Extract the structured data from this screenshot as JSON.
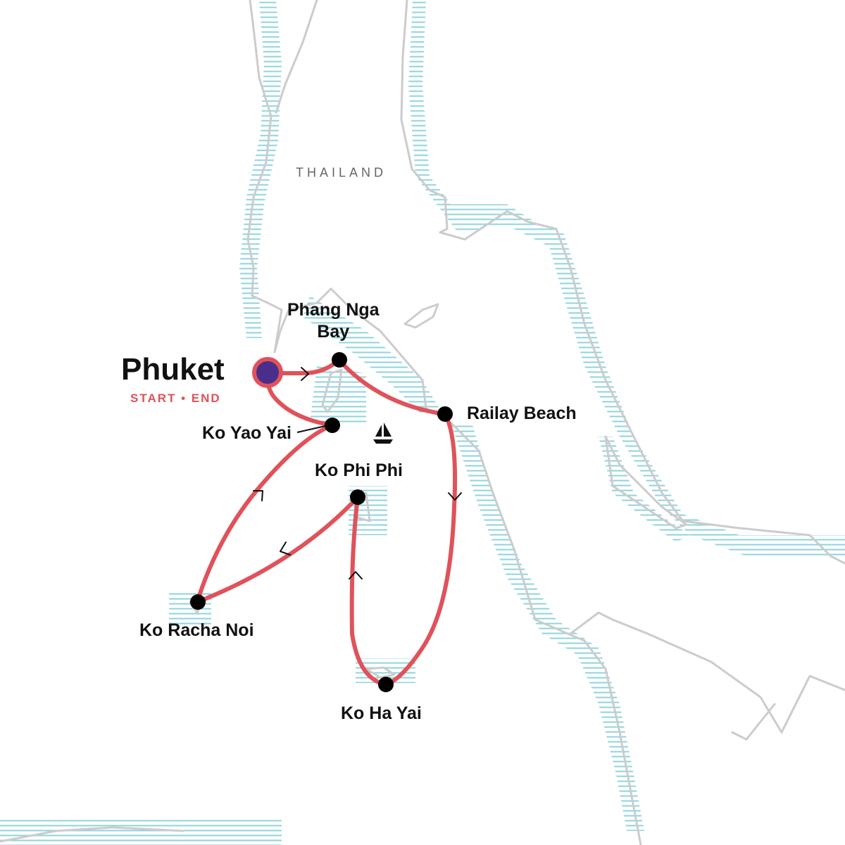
{
  "country_label": "THAILAND",
  "start": {
    "name": "Phuket",
    "subtitle": "START • END"
  },
  "stops": [
    {
      "id": "phang-nga-bay",
      "lines": [
        "Phang Nga",
        "Bay"
      ]
    },
    {
      "id": "railay-beach",
      "lines": [
        "Railay Beach"
      ]
    },
    {
      "id": "ko-yao-yai",
      "lines": [
        "Ko Yao Yai"
      ]
    },
    {
      "id": "ko-phi-phi",
      "lines": [
        "Ko Phi Phi"
      ]
    },
    {
      "id": "ko-racha-noi",
      "lines": [
        "Ko Racha Noi"
      ]
    },
    {
      "id": "ko-ha-yai",
      "lines": [
        "Ko Ha Yai"
      ]
    }
  ],
  "colors": {
    "route": "#e0525a",
    "start_fill": "#4a2e8c",
    "coast": "#cccccc",
    "water_hatch": "#8fd3dc",
    "marker": "#000000",
    "text": "#111111",
    "country_text": "#666666"
  },
  "icons": {
    "boat": "sailboat-icon"
  }
}
